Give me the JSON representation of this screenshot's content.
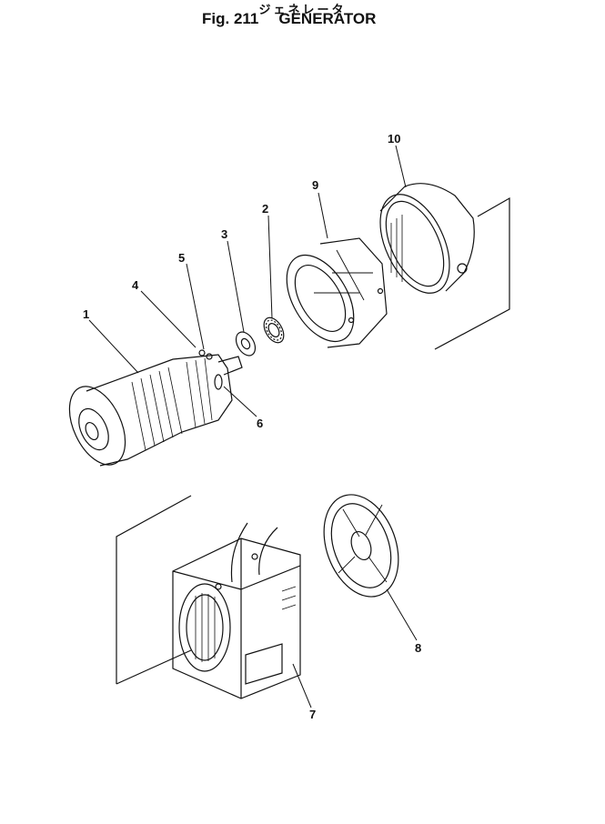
{
  "header": {
    "japanese_title": "ジェネレータ",
    "figure_label": "Fig. 211",
    "title": "GENERATOR"
  },
  "callouts": [
    {
      "id": "1",
      "label": "1"
    },
    {
      "id": "2",
      "label": "2"
    },
    {
      "id": "3",
      "label": "3"
    },
    {
      "id": "4",
      "label": "4"
    },
    {
      "id": "5",
      "label": "5"
    },
    {
      "id": "6",
      "label": "6"
    },
    {
      "id": "7",
      "label": "7"
    },
    {
      "id": "8",
      "label": "8"
    },
    {
      "id": "9",
      "label": "9"
    },
    {
      "id": "10",
      "label": "10"
    }
  ]
}
